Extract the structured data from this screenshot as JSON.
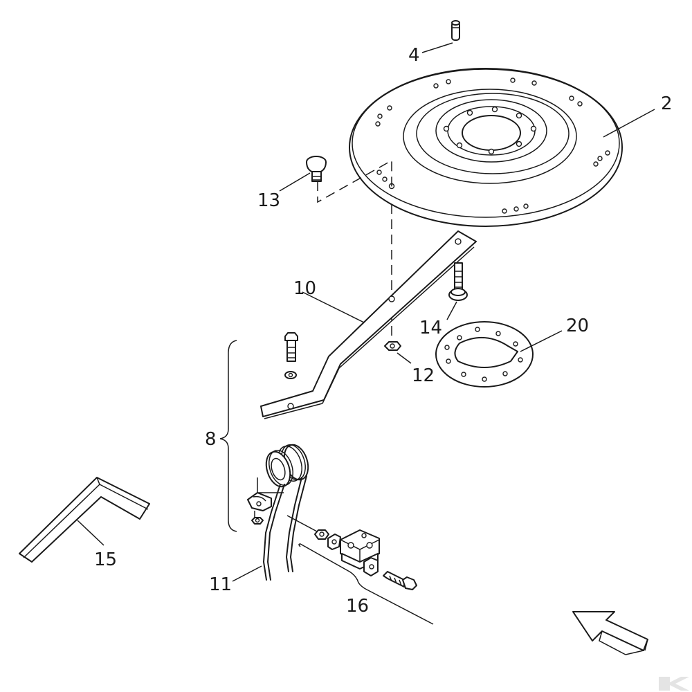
{
  "parts": [
    {
      "number": "2",
      "name": "disc"
    },
    {
      "number": "4",
      "name": "pin"
    },
    {
      "number": "8",
      "name": "tine-assembly"
    },
    {
      "number": "10",
      "name": "tine-arm"
    },
    {
      "number": "11",
      "name": "spring-tine"
    },
    {
      "number": "12",
      "name": "nut"
    },
    {
      "number": "13",
      "name": "carriage-bolt"
    },
    {
      "number": "14",
      "name": "bolt"
    },
    {
      "number": "15",
      "name": "strip"
    },
    {
      "number": "16",
      "name": "clamp-set"
    },
    {
      "number": "20",
      "name": "shim-plate"
    }
  ],
  "labels": {
    "p2": "2",
    "p4": "4",
    "p8": "8",
    "p10": "10",
    "p11": "11",
    "p12": "12",
    "p13": "13",
    "p14": "14",
    "p15": "15",
    "p16": "16",
    "p20": "20"
  },
  "icons": {
    "direction": "arrow-up-left-icon",
    "watermark": "brand-logo"
  },
  "colors": {
    "line": "#1a1a1a",
    "background": "#ffffff",
    "watermark": "#e4e4e4"
  }
}
